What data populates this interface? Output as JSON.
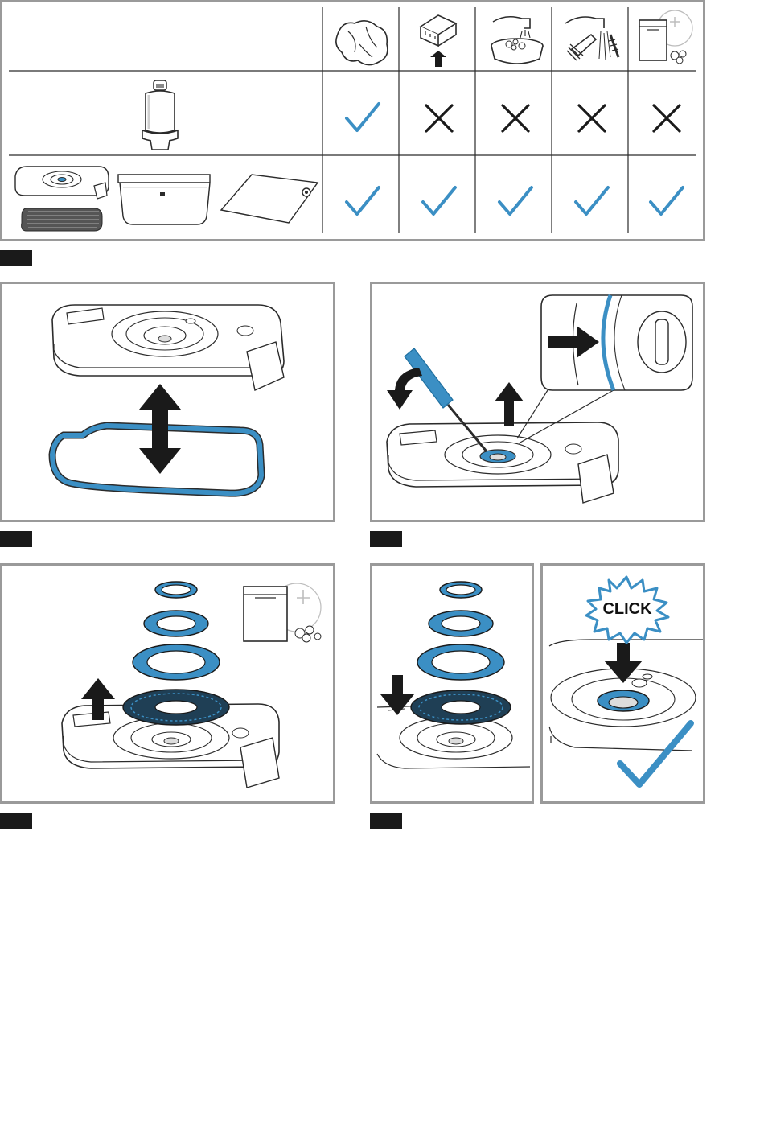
{
  "colors": {
    "accent": "#3b8fc4",
    "accent_dark": "#1f6f9f",
    "frame": "#9a9a9a",
    "line": "#2b2b2b",
    "tag": "#1a1a1a"
  },
  "cleaning_table": {
    "methods": [
      {
        "icon": "cloth-icon"
      },
      {
        "icon": "sponge-icon"
      },
      {
        "icon": "soak-bowl-icon"
      },
      {
        "icon": "brush-rinse-icon"
      },
      {
        "icon": "dishwasher-icon"
      }
    ],
    "rows": [
      {
        "item_icon": "blender-motor-unit-icon",
        "marks": [
          "check",
          "cross",
          "cross",
          "cross",
          "cross"
        ]
      },
      {
        "item_icon": "container-lid-bag-icon",
        "marks": [
          "check",
          "check",
          "check",
          "check",
          "check"
        ]
      }
    ]
  },
  "steps": [
    {
      "icon": "seal-removal-icon"
    },
    {
      "icon": "valve-removal-icon"
    },
    {
      "icon": "valve-parts-dishwasher-icon"
    },
    {
      "icon": "valve-reassembly-icon"
    }
  ],
  "click_label": "CLICK"
}
